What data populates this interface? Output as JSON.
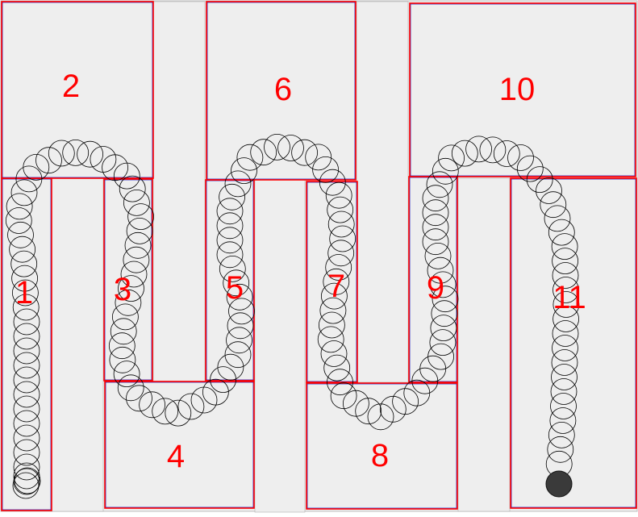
{
  "colors": {
    "region_fill": "#eeeeee",
    "region_stroke": "#ff0000",
    "inner_stroke": "#2020c0",
    "label": "#ff0000",
    "circle_stroke": "#000000",
    "end_marker": "#3a3a3a"
  },
  "regions": [
    {
      "id": "1",
      "label": "1"
    },
    {
      "id": "2",
      "label": "2"
    },
    {
      "id": "3",
      "label": "3"
    },
    {
      "id": "4",
      "label": "4"
    },
    {
      "id": "5",
      "label": "5"
    },
    {
      "id": "6",
      "label": "6"
    },
    {
      "id": "7",
      "label": "7"
    },
    {
      "id": "8",
      "label": "8"
    },
    {
      "id": "9",
      "label": "9"
    },
    {
      "id": "10",
      "label": "10"
    },
    {
      "id": "11",
      "label": "11"
    }
  ],
  "path": {
    "marker_style": "circle-trail",
    "end_marker": "filled-dot"
  }
}
